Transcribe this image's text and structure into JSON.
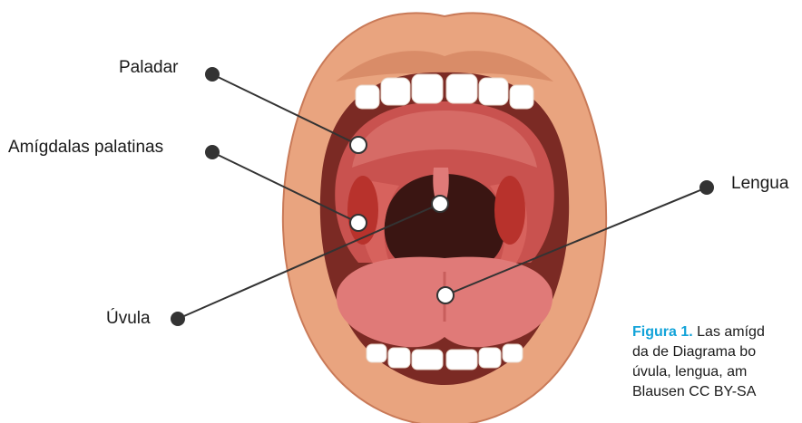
{
  "labels": {
    "paladar": "Paladar",
    "amigdalas": "Amígdalas palatinas",
    "lengua": "Lengua",
    "uvula": "Úvula"
  },
  "caption": {
    "figure_label": "Figura 1.",
    "line1": "Las amígd",
    "line2": "da de Diagrama bo",
    "line3": "úvula, lengua, am",
    "line4": "Blausen CC BY-SA"
  },
  "colors": {
    "lip": "#e9a47f",
    "lip_dark": "#c97a58",
    "mouth_interior": "#c9524f",
    "throat": "#3a1512",
    "tongue": "#e07a78",
    "tonsil": "#b8322c",
    "teeth": "#ffffff",
    "caption_accent": "#12a3d9",
    "marker": "#333333"
  }
}
